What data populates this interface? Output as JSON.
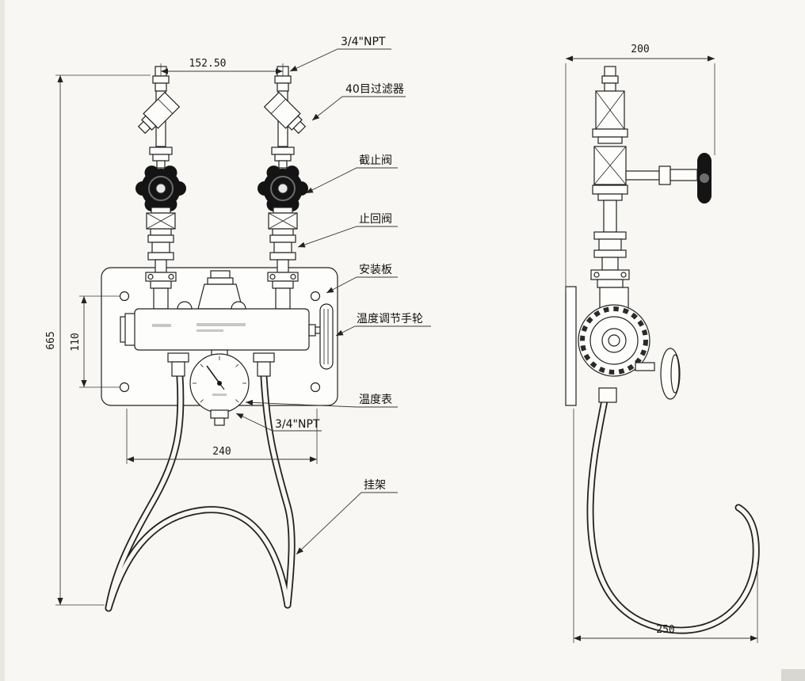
{
  "drawing": {
    "dimensions": {
      "top_width": "152.50",
      "overall_height": "665",
      "hole_spacing": "110",
      "plate_width": "240",
      "side_depth": "200",
      "hook_depth": "250"
    },
    "labels": {
      "npt_top": "3/4\"NPT",
      "strainer": "40目过滤器",
      "stop_valve": "截止阀",
      "check_valve": "止回阀",
      "mounting_plate": "安装板",
      "temp_handwheel": "温度调节手轮",
      "temp_gauge": "温度表",
      "npt_bottom": "3/4\"NPT",
      "hanger": "挂架"
    }
  }
}
